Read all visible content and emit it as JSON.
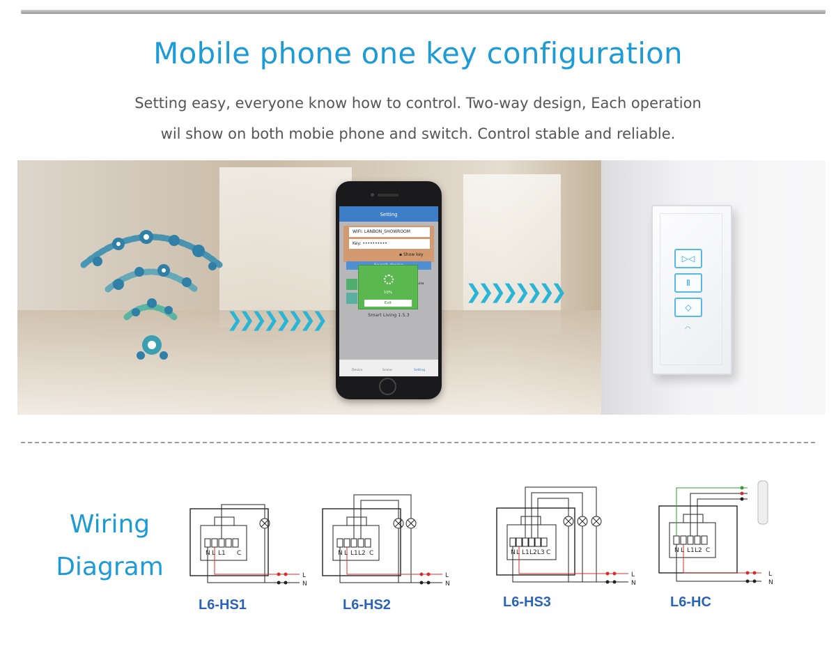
{
  "header": {
    "title": "Mobile phone one key configuration",
    "subtitle_line1": "Setting easy, everyone know how to control. Two-way design, Each operation",
    "subtitle_line2": "wil show on both mobie phone and switch. Control stable and reliable."
  },
  "phone_app": {
    "screen_title": "Setting",
    "wifi_label": "WIFI:",
    "wifi_value": "LANBON_SHOWROOM",
    "key_label": "Key:",
    "key_value": "••••••••••",
    "show_key": "Show key",
    "search_button": "Search device",
    "region": "Asia",
    "dialog_percent": "10%",
    "dialog_exit": "Exit",
    "version": "Smart Living 1.5.3",
    "tabs": [
      "Device",
      "Scene",
      "Setting"
    ]
  },
  "switch_panel": {
    "icons": [
      "curtain-open-close-icon",
      "pause-icon",
      "curtain-toggle-icon",
      "wifi-icon"
    ]
  },
  "wiring": {
    "title_line1": "Wiring",
    "title_line2": "Diagram",
    "terminal_labels": {
      "N": "N",
      "L": "L",
      "L1": "L1",
      "L2": "L2",
      "L3": "L3",
      "C": "C"
    },
    "line_labels": {
      "live": "L",
      "neutral": "N"
    },
    "models": [
      "L6-HS1",
      "L6-HS2",
      "L6-HS3",
      "L6-HC"
    ]
  },
  "colors": {
    "accent": "#1d9bd6",
    "model_text": "#2a63b8",
    "wire_red": "#d92b2b",
    "wire_green": "#2f9a3a",
    "wire_black": "#222222"
  }
}
